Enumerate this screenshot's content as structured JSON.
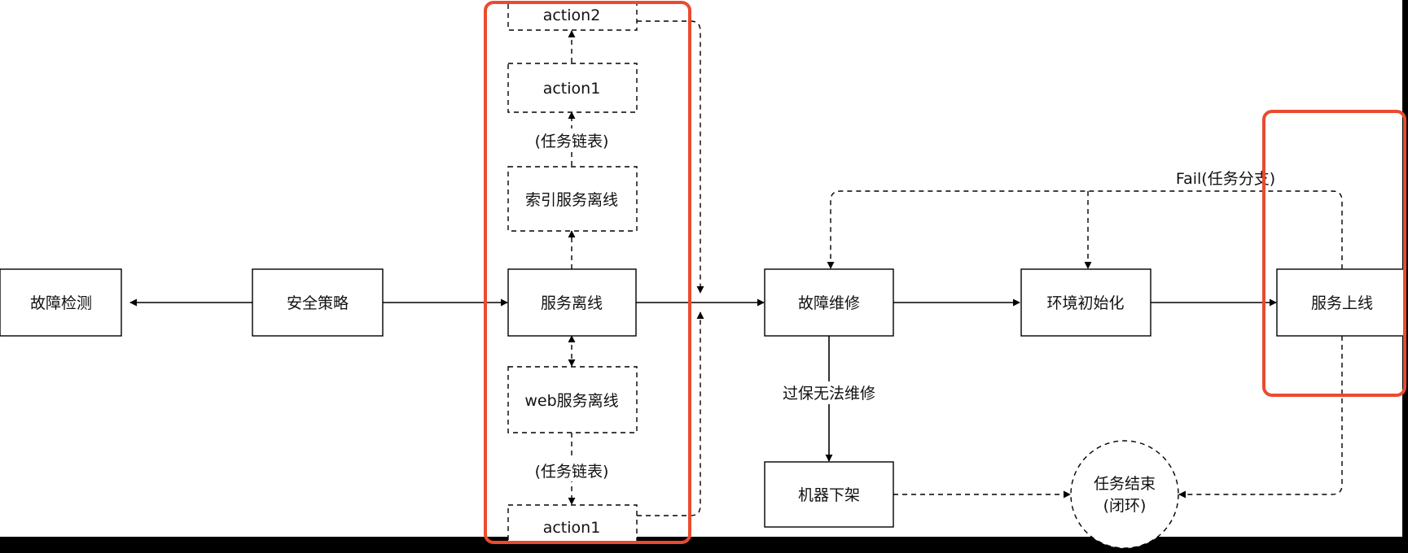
{
  "colors": {
    "canvas": "#ffffff",
    "frame": "#000000",
    "stroke": "#000000",
    "text": "#111111",
    "highlight": "#ea4b30"
  },
  "nodes": {
    "fault_detect": "故障检测",
    "security_policy": "安全策略",
    "service_offline": "服务离线",
    "index_service_offline": "索引服务离线",
    "web_service_offline": "web服务离线",
    "action1_top": "action1",
    "action2_top": "action2",
    "action1_bottom": "action1",
    "fault_repair": "故障维修",
    "env_init": "环境初始化",
    "service_online": "服务上线",
    "machine_removal": "机器下架",
    "task_end_line1": "任务结束",
    "task_end_line2": "(闭环)"
  },
  "labels": {
    "task_chain_top": "(任务链表)",
    "task_chain_bottom": "(任务链表)",
    "fail_branch": "Fail(任务分支)",
    "out_of_warranty": "过保无法维修"
  }
}
